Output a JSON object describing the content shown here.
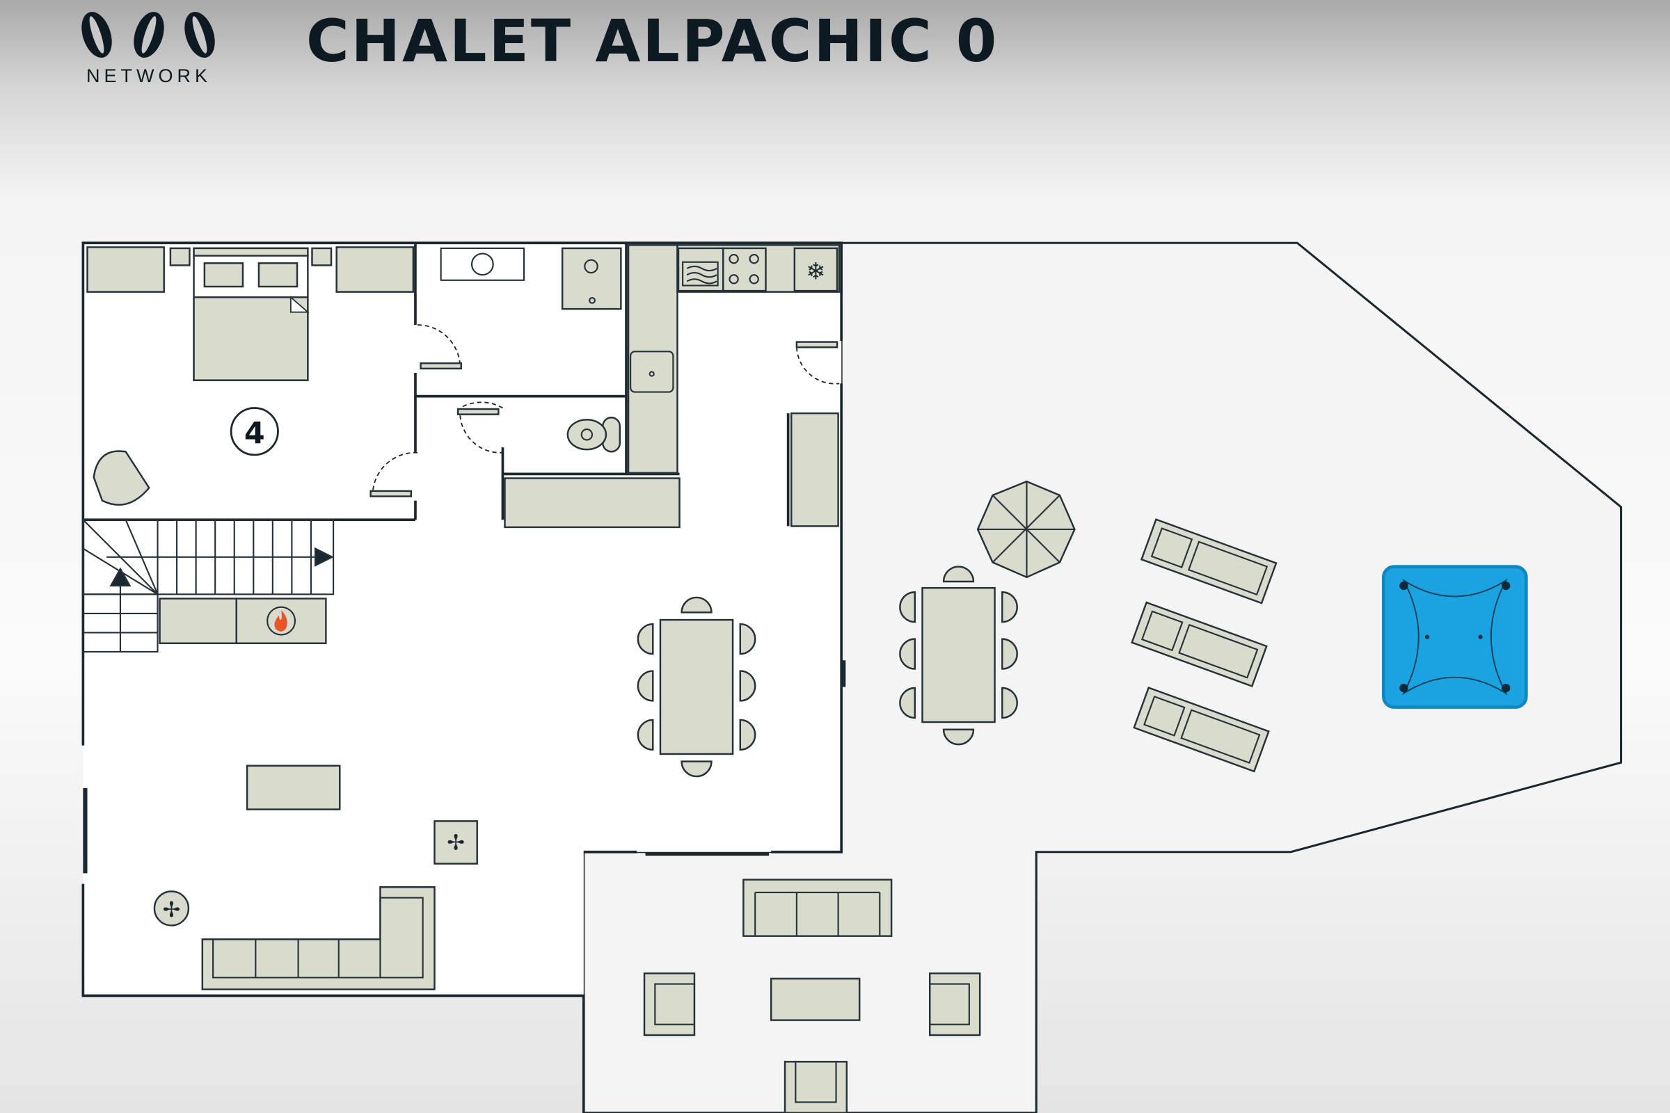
{
  "header": {
    "logo_text": "NETWORK",
    "title": "CHALET ALPACHIC 0"
  },
  "plan": {
    "room_number": "4",
    "colors": {
      "furniture": "#d9dbcd",
      "walls": "#1c2830",
      "hot_tub": "#1aa3e0",
      "fire": "#e8552a"
    }
  }
}
